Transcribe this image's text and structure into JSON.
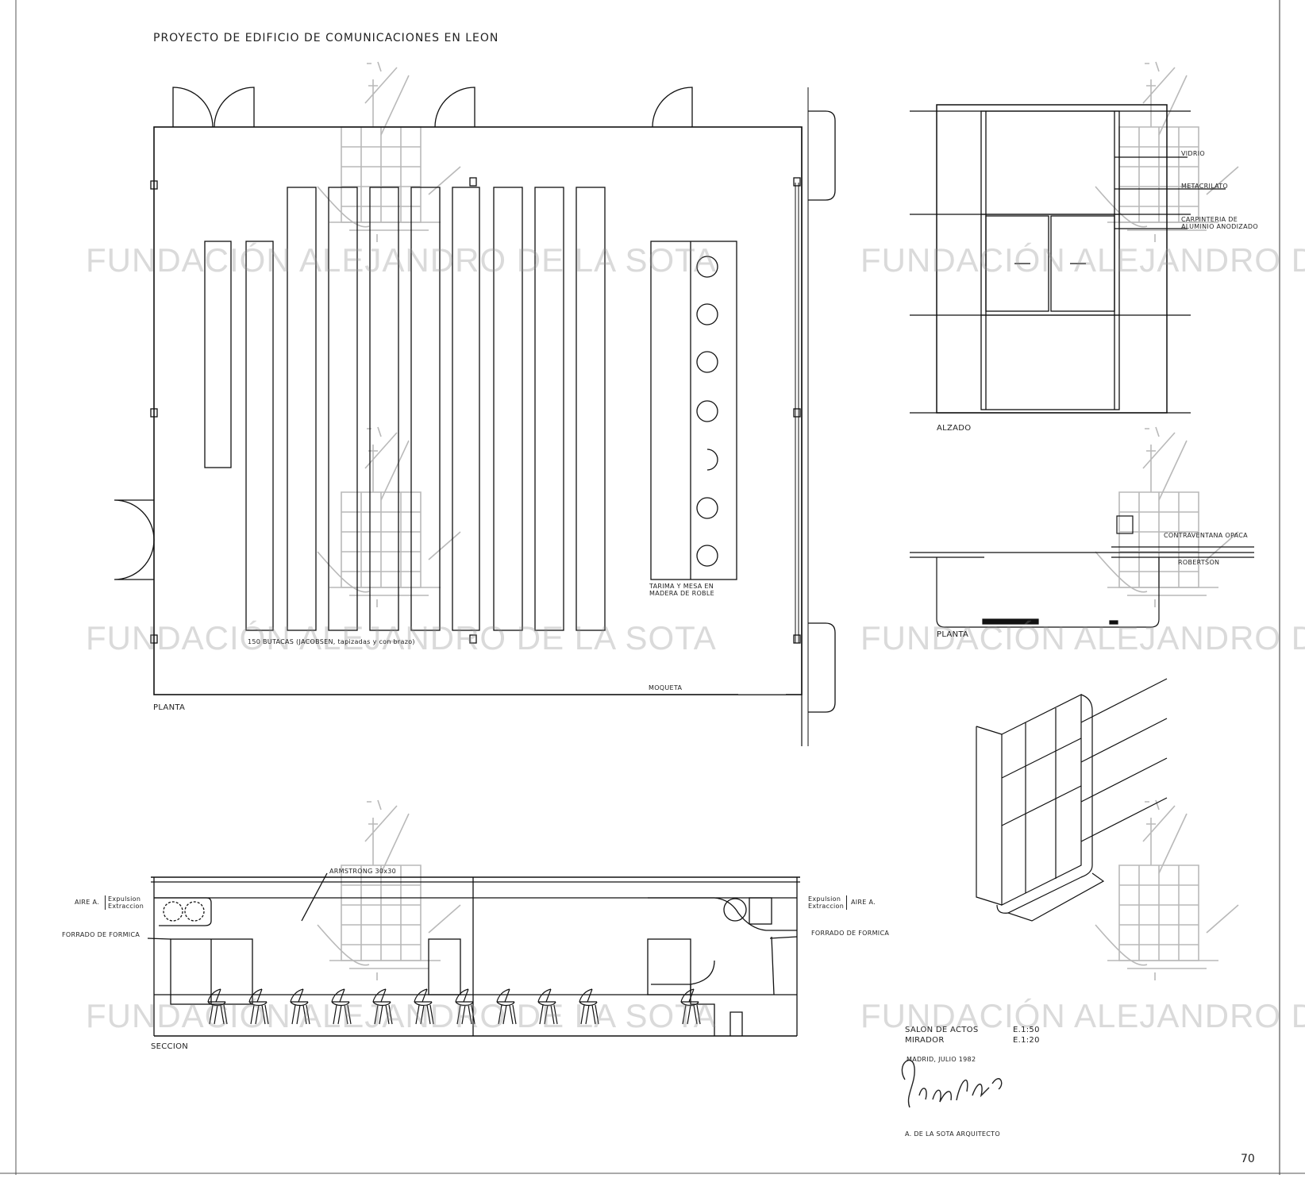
{
  "sheet": {
    "title": "PROYECTO  DE  EDIFICIO  DE  COMUNICACIONES  EN  LEON",
    "page_number": "70"
  },
  "plan": {
    "label": "PLANTA",
    "seats_note": "150 BUTACAS (JACOBSEN, tapizadas y con brazo)",
    "stage_note_line1": "TARIMA  Y  MESA  EN",
    "stage_note_line2": "MADERA  DE  ROBLE",
    "floor_note": "MOQUETA"
  },
  "elevation": {
    "label": "ALZADO",
    "glass": "VIDRIO",
    "acrylic": "METACRILATO",
    "frame_line1": "CARPINTERIA  DE",
    "frame_line2": "ALUMINIO ANODIZADO"
  },
  "window_plan": {
    "label": "PLANTA",
    "shutter": "CONTRAVENTANA  OPACA",
    "robertson": "ROBERTSON"
  },
  "section": {
    "label": "SECCION",
    "ceiling": "ARMSTRONG  30x30",
    "air_left": "AIRE  A.",
    "expulsion_left": "Expulsion",
    "extraccion_left": "Extraccion",
    "air_right": "AIRE  A.",
    "expulsion_right": "Expulsion",
    "extraccion_right": "Extraccion",
    "formica_left": "FORRADO  DE  FORMICA",
    "formica_right": "FORRADO  DE  FORMICA"
  },
  "title_block": {
    "row1_name": "SALON  DE  ACTOS",
    "row1_scale": "E.1:50",
    "row2_name": "MIRADOR",
    "row2_scale": "E.1:20",
    "place_date": "MADRID,  JULIO  1982",
    "architect": "A. DE LA SOTA   ARQUITECTO"
  },
  "watermark": {
    "text": "FUNDACIÓN ALEJANDRO DE LA SOTA",
    "text_right": "FUNDACIÓN ALEJANDRO DE"
  }
}
